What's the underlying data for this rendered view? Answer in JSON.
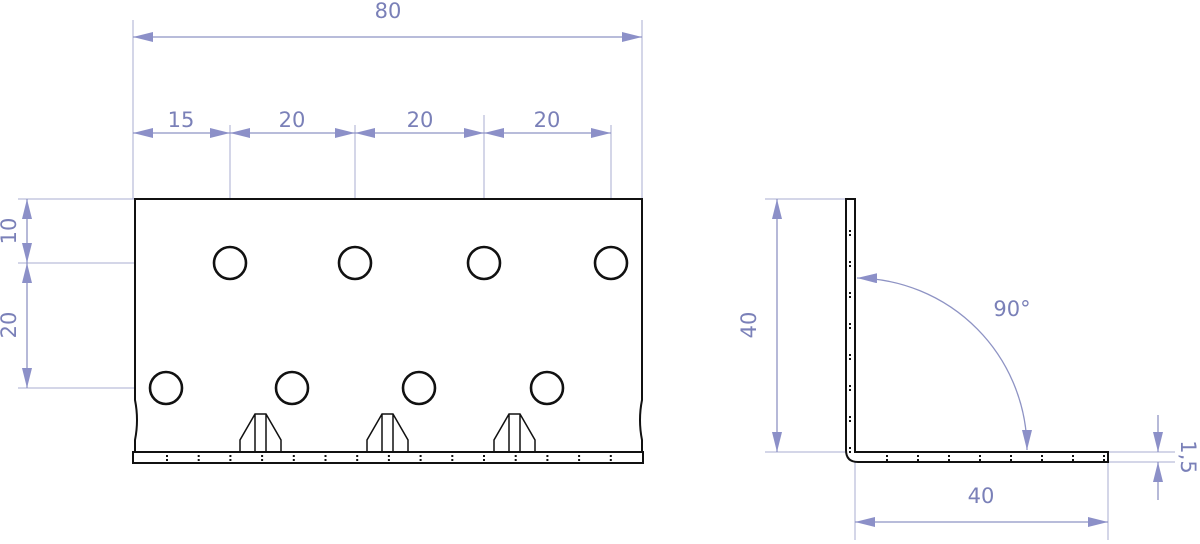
{
  "front_view": {
    "overall_width": "80",
    "hole_spacing": [
      "15",
      "20",
      "20",
      "20"
    ],
    "vertical_dims": [
      "10",
      "20"
    ]
  },
  "side_view": {
    "height": "40",
    "width": "40",
    "thickness": "1,5",
    "angle": "90°"
  },
  "colors": {
    "dimension": "#8e93c4",
    "part": "#111111"
  }
}
